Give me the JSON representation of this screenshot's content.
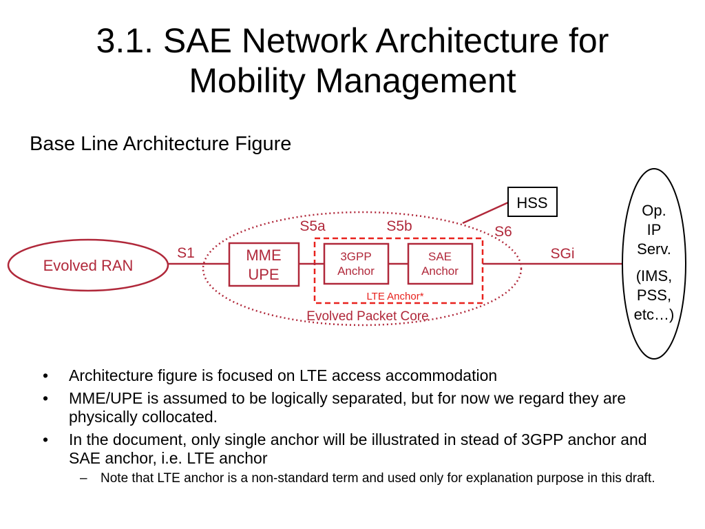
{
  "title": {
    "line1": "3.1. SAE Network Architecture for",
    "line2": "Mobility Management"
  },
  "subtitle": "Base Line Architecture Figure",
  "diagram": {
    "evolved_ran": "Evolved RAN",
    "s1": "S1",
    "mme": "MME",
    "upe": "UPE",
    "s5a": "S5a",
    "s5b": "S5b",
    "s6": "S6",
    "sgi": "SGi",
    "hss": "HSS",
    "anchor_3gpp_line1": "3GPP",
    "anchor_3gpp_line2": "Anchor",
    "anchor_sae_line1": "SAE",
    "anchor_sae_line2": "Anchor",
    "lte_anchor": "LTE Anchor*",
    "evolved_packet_core": "Evolved Packet Core",
    "op_services": [
      "Op.",
      "IP",
      "Serv.",
      "(IMS,",
      "PSS,",
      "etc…)"
    ],
    "colors": {
      "accent": "#b0283a",
      "lte_box": "#e8211c",
      "black": "#000000"
    }
  },
  "bullets": [
    "Architecture figure is focused on LTE access accommodation",
    "MME/UPE is assumed to be logically separated, but for now we regard they are physically collocated.",
    "In the document, only single anchor will be illustrated in stead of 3GPP anchor and SAE anchor, i.e. LTE anchor"
  ],
  "sub_bullets": [
    "Note that LTE anchor is a non-standard term and used only for explanation purpose in this draft."
  ]
}
